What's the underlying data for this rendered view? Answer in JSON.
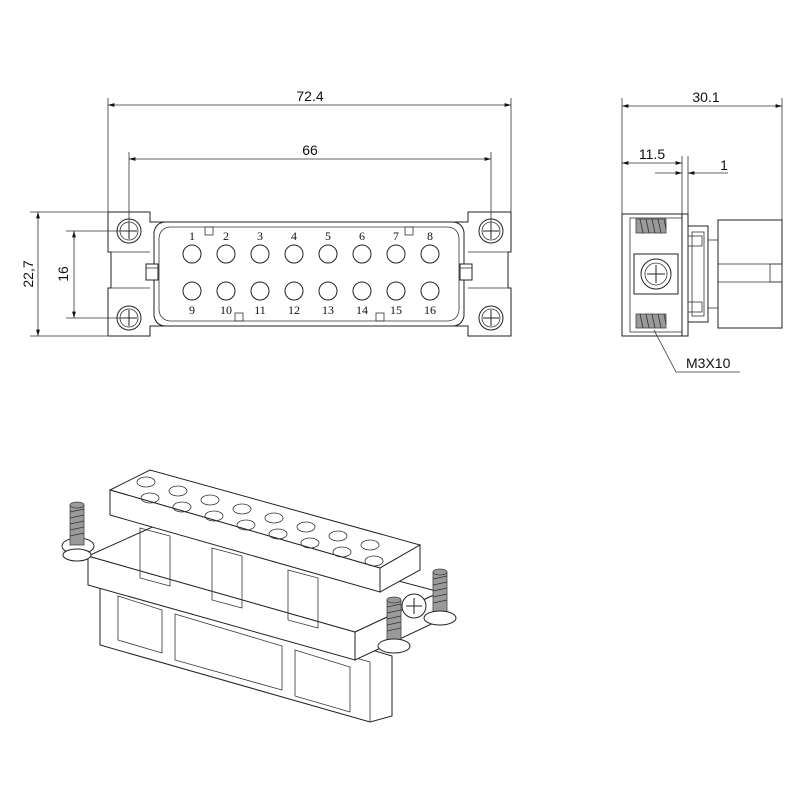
{
  "front_view": {
    "dimensions": {
      "overall_width": "72.4",
      "screw_pitch": "66",
      "overall_height": "22,7",
      "screw_pitch_vertical": "16"
    },
    "pin_labels_top": [
      "1",
      "2",
      "3",
      "4",
      "5",
      "6",
      "7",
      "8"
    ],
    "pin_labels_bottom": [
      "9",
      "10",
      "11",
      "12",
      "13",
      "14",
      "15",
      "16"
    ]
  },
  "side_view": {
    "dimensions": {
      "depth": "30.1",
      "flange_offset": "11.5",
      "flange_thickness": "1"
    },
    "screw_callout": "M3X10"
  }
}
